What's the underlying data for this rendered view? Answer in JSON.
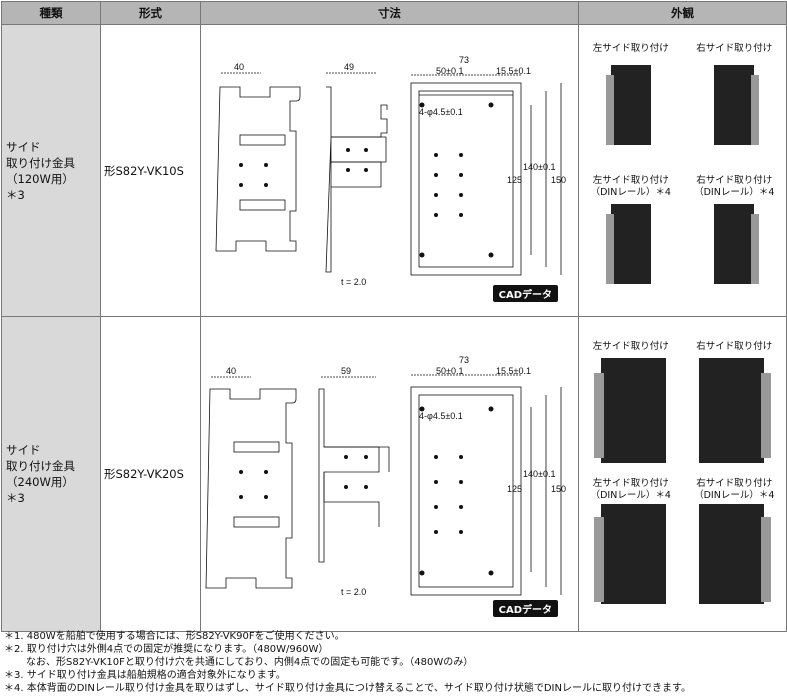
{
  "headers": {
    "type": "種類",
    "model": "形式",
    "dims": "寸法",
    "look": "外観"
  },
  "rows": [
    {
      "type_lines": [
        "サイド",
        "取り付け金具",
        "（120W用）",
        "＊3"
      ],
      "model": "形S82Y-VK10S",
      "dims": {
        "w1": "40",
        "w2": "49",
        "w3": "73",
        "w4": "50±0.1",
        "w5": "15.5±0.1",
        "hole": "4-φ4.5±0.1",
        "h1": "140±0.1",
        "h2": "125",
        "h3": "150",
        "t": "t = 2.0"
      },
      "cad": "CADデータ",
      "looks": [
        {
          "cap": "左サイド取り付け",
          "cap2": ""
        },
        {
          "cap": "右サイド取り付け",
          "cap2": ""
        },
        {
          "cap": "左サイド取り付け",
          "cap2": "（DINレール）＊4"
        },
        {
          "cap": "右サイド取り付け",
          "cap2": "（DINレール）＊4"
        }
      ]
    },
    {
      "type_lines": [
        "サイド",
        "取り付け金具",
        "（240W用）",
        "＊3"
      ],
      "model": "形S82Y-VK20S",
      "dims": {
        "w1": "40",
        "w2": "59",
        "w3": "73",
        "w4": "50±0.1",
        "w5": "15.5±0.1",
        "hole": "4-φ4.5±0.1",
        "h1": "140±0.1",
        "h2": "125",
        "h3": "150",
        "t": "t = 2.0"
      },
      "cad": "CADデータ",
      "looks": [
        {
          "cap": "左サイド取り付け",
          "cap2": ""
        },
        {
          "cap": "右サイド取り付け",
          "cap2": ""
        },
        {
          "cap": "左サイド取り付け",
          "cap2": "（DINレール）＊4"
        },
        {
          "cap": "右サイド取り付け",
          "cap2": "（DINレール）＊4"
        }
      ]
    }
  ],
  "notes": [
    "＊1. 480Wを船舶で使用する場合には、形S82Y-VK90Fをご使用ください。",
    "＊2. 取り付け穴は外側4点での固定が推奨になります。（480W/960W）",
    "なお、形S82Y-VK10Fと取り付け穴を共通にしており、内側4点での固定も可能です。（480Wのみ）",
    "＊3. サイド取り付け金具は船舶規格の適合対象外になります。",
    "＊4. 本体背面のDINレール取り付け金具を取りはずし、サイド取り付け金具につけ替えることで、サイド取り付け状態でDINレールに取り付けできます。"
  ]
}
